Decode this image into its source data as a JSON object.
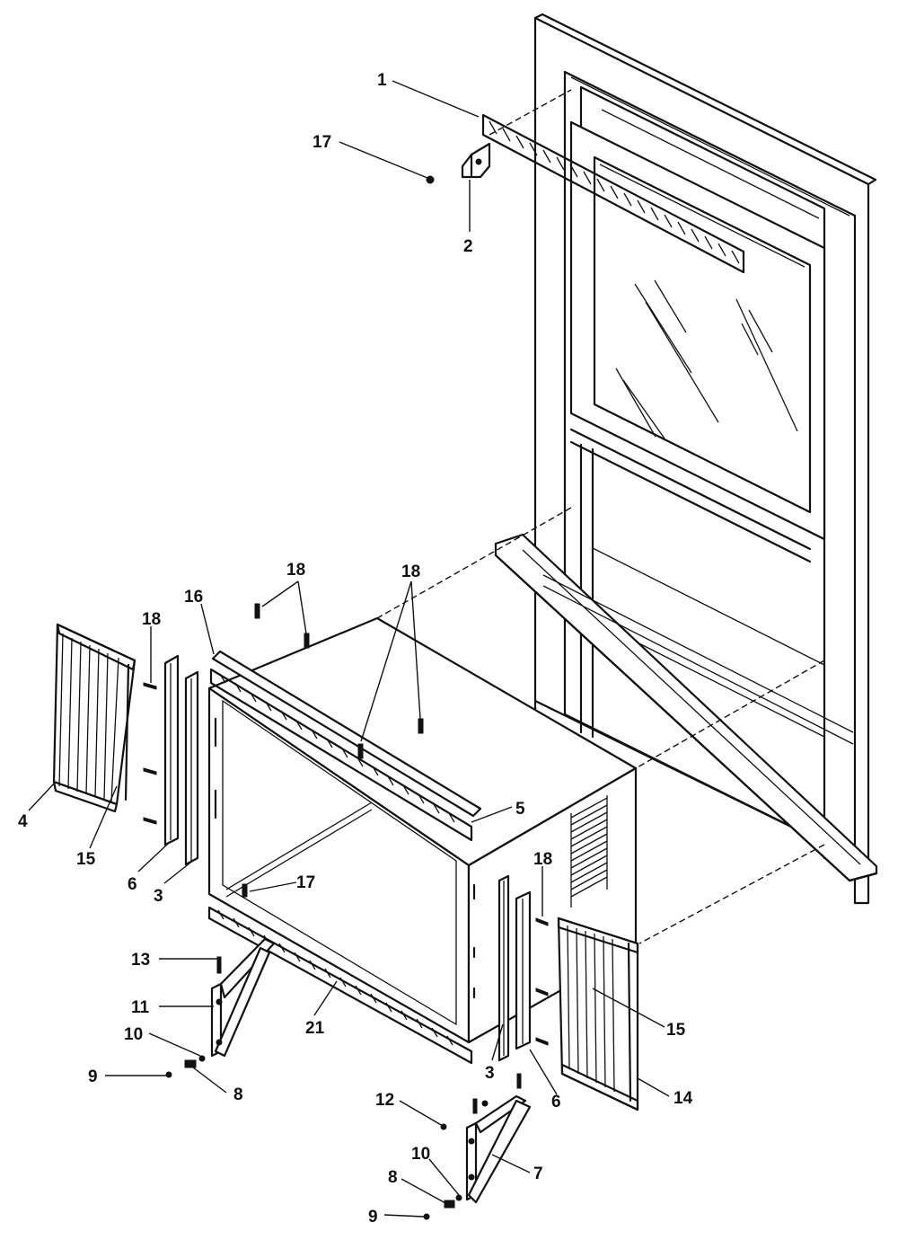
{
  "diagram": {
    "callouts": [
      {
        "id": "c1",
        "text": "1"
      },
      {
        "id": "c17a",
        "text": "17"
      },
      {
        "id": "c2",
        "text": "2"
      },
      {
        "id": "c18a",
        "text": "18"
      },
      {
        "id": "c16",
        "text": "16"
      },
      {
        "id": "c18b",
        "text": "18"
      },
      {
        "id": "c18c",
        "text": "18"
      },
      {
        "id": "c4",
        "text": "4"
      },
      {
        "id": "c15a",
        "text": "15"
      },
      {
        "id": "c6a",
        "text": "6"
      },
      {
        "id": "c3a",
        "text": "3"
      },
      {
        "id": "c5",
        "text": "5"
      },
      {
        "id": "c17b",
        "text": "17"
      },
      {
        "id": "c18d",
        "text": "18"
      },
      {
        "id": "c13",
        "text": "13"
      },
      {
        "id": "c11",
        "text": "11"
      },
      {
        "id": "c21",
        "text": "21"
      },
      {
        "id": "c10a",
        "text": "10"
      },
      {
        "id": "c9a",
        "text": "9"
      },
      {
        "id": "c8a",
        "text": "8"
      },
      {
        "id": "c3b",
        "text": "3"
      },
      {
        "id": "c6b",
        "text": "6"
      },
      {
        "id": "c15b",
        "text": "15"
      },
      {
        "id": "c14",
        "text": "14"
      },
      {
        "id": "c12",
        "text": "12"
      },
      {
        "id": "c10b",
        "text": "10"
      },
      {
        "id": "c7",
        "text": "7"
      },
      {
        "id": "c8b",
        "text": "8"
      },
      {
        "id": "c9b",
        "text": "9"
      }
    ]
  }
}
